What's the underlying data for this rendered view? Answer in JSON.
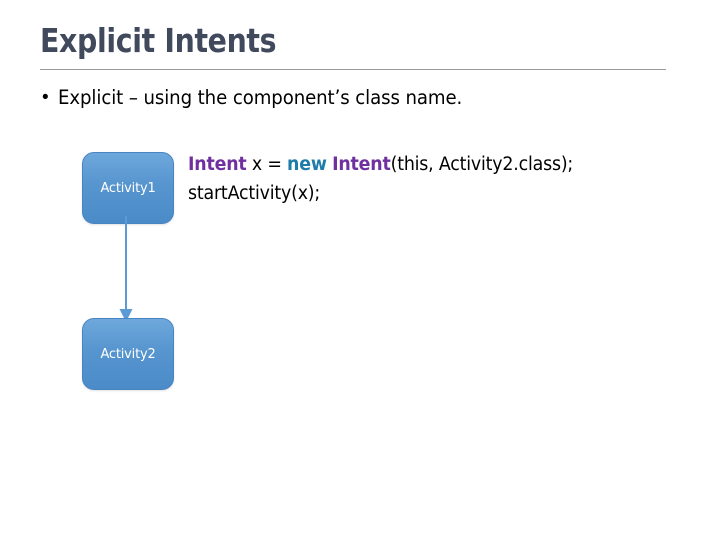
{
  "slide": {
    "title": "Explicit Intents",
    "background_color": "#ffffff",
    "title_color": "#404A5C",
    "rule_color": "#9a9a9a"
  },
  "bullet": {
    "marker": "•",
    "text": "Explicit – using the component’s class name."
  },
  "diagram": {
    "box_fill_top": "#6EA8DC",
    "box_fill_bottom": "#4A8BC8",
    "box_text_color": "#ffffff",
    "arrow_color": "#5B9BD5",
    "boxes": [
      {
        "label": "Activity1"
      },
      {
        "label": "Activity2"
      }
    ],
    "arrow": {
      "direction": "down",
      "from": "Activity1",
      "to": "Activity2"
    }
  },
  "code": {
    "keyword_type_color": "#7030A0",
    "keyword_new_color": "#1F7BA8",
    "plain_color": "#000000",
    "line1": {
      "type_keyword_1": "Intent",
      "plain_1": " x = ",
      "new_keyword": "new",
      "space": " ",
      "type_keyword_2": "Intent",
      "plain_2": "(this, Activity2.class);"
    },
    "line2": {
      "text": "startActivity(x);"
    }
  }
}
